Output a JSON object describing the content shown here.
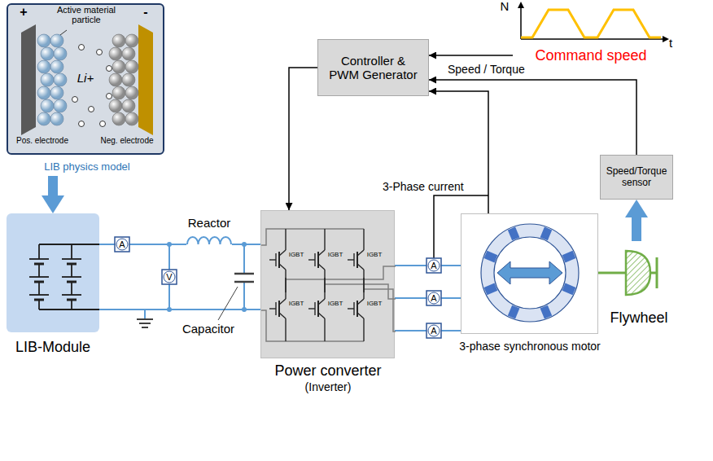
{
  "diagram": {
    "nodes": [
      {
        "text": [
          "LIB physics model"
        ]
      },
      {
        "text": [
          "N",
          "t",
          "Command speed"
        ]
      },
      {
        "text": [
          "Controller & PWM Generator"
        ]
      },
      {
        "text": [
          "Speed/Torque sensor"
        ]
      },
      {
        "text": [
          "LIB-Module"
        ]
      },
      {
        "text": [
          "Power converter",
          "(Inverter)"
        ]
      },
      {
        "text": [
          "3-phase synchronous motor"
        ]
      },
      {
        "text": [
          "Flywheel"
        ]
      }
    ],
    "edges": [
      {
        "from": 0,
        "to": 4,
        "arrow": "to"
      },
      {
        "from": 1,
        "to": 2,
        "arrow": "to"
      },
      {
        "from": 3,
        "to": 2,
        "label": "Speed / Torque",
        "arrow": "to"
      },
      {
        "from": 6,
        "to": 2,
        "label": "3-Phase current",
        "arrow": "to"
      },
      {
        "from": 2,
        "to": 5,
        "arrow": "to"
      },
      {
        "from": 7,
        "to": 3,
        "arrow": "to"
      },
      {
        "from": 4,
        "to": 5,
        "arrow": "none"
      },
      {
        "from": 5,
        "to": 6,
        "arrow": "none"
      },
      {
        "from": 6,
        "to": 7,
        "arrow": "none"
      }
    ],
    "labels": [
      "+",
      "Active material particle",
      "-",
      "Li+",
      "Pos. electrode",
      "Neg. electrode",
      "Reactor",
      "A",
      "V",
      "Capacitor",
      "IGBT",
      "IGBT",
      "IGBT",
      "IGBT",
      "IGBT",
      "IGBT",
      "A",
      "A",
      "A"
    ]
  }
}
